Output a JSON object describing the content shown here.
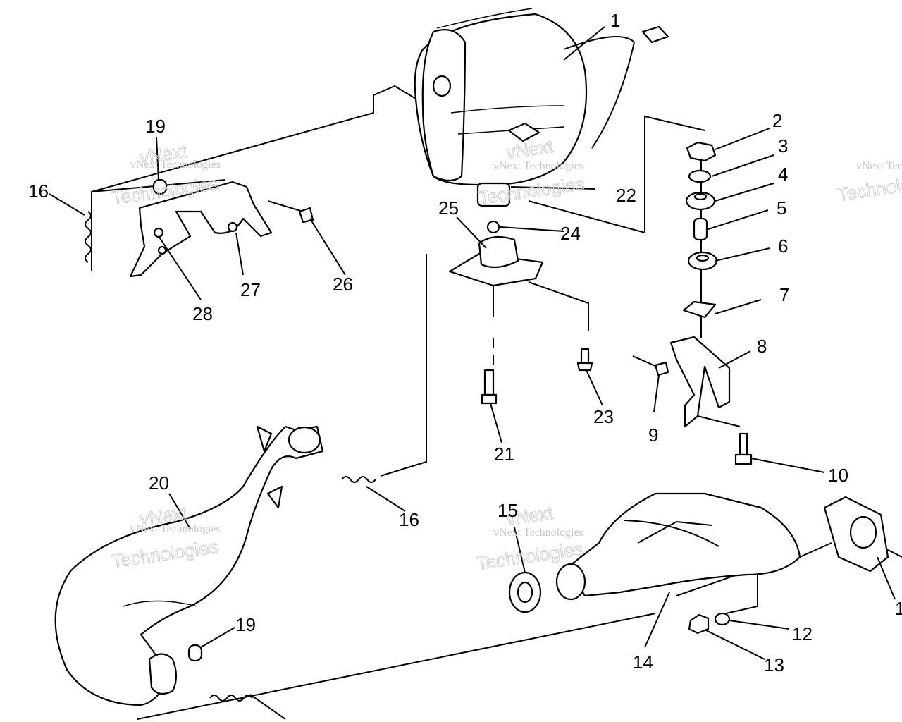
{
  "callouts": [
    {
      "id": "c1",
      "label": "1"
    },
    {
      "id": "c2",
      "label": "2"
    },
    {
      "id": "c3",
      "label": "3"
    },
    {
      "id": "c4",
      "label": "4"
    },
    {
      "id": "c5",
      "label": "5"
    },
    {
      "id": "c6",
      "label": "6"
    },
    {
      "id": "c7",
      "label": "7"
    },
    {
      "id": "c8",
      "label": "8"
    },
    {
      "id": "c9",
      "label": "9"
    },
    {
      "id": "c10",
      "label": "10"
    },
    {
      "id": "c11",
      "label": "1"
    },
    {
      "id": "c12",
      "label": "12"
    },
    {
      "id": "c13",
      "label": "13"
    },
    {
      "id": "c14",
      "label": "14"
    },
    {
      "id": "c15",
      "label": "15"
    },
    {
      "id": "c16a",
      "label": "16"
    },
    {
      "id": "c16b",
      "label": "16"
    },
    {
      "id": "c19a",
      "label": "19"
    },
    {
      "id": "c19b",
      "label": "19"
    },
    {
      "id": "c20",
      "label": "20"
    },
    {
      "id": "c21",
      "label": "21"
    },
    {
      "id": "c22",
      "label": "22"
    },
    {
      "id": "c23",
      "label": "23"
    },
    {
      "id": "c24",
      "label": "24"
    },
    {
      "id": "c25",
      "label": "25"
    },
    {
      "id": "c26",
      "label": "26"
    },
    {
      "id": "c27",
      "label": "27"
    },
    {
      "id": "c28",
      "label": "28"
    }
  ],
  "watermark": {
    "line1": "vNext Technologies",
    "line2": "Technologies",
    "brand": "vNext"
  }
}
